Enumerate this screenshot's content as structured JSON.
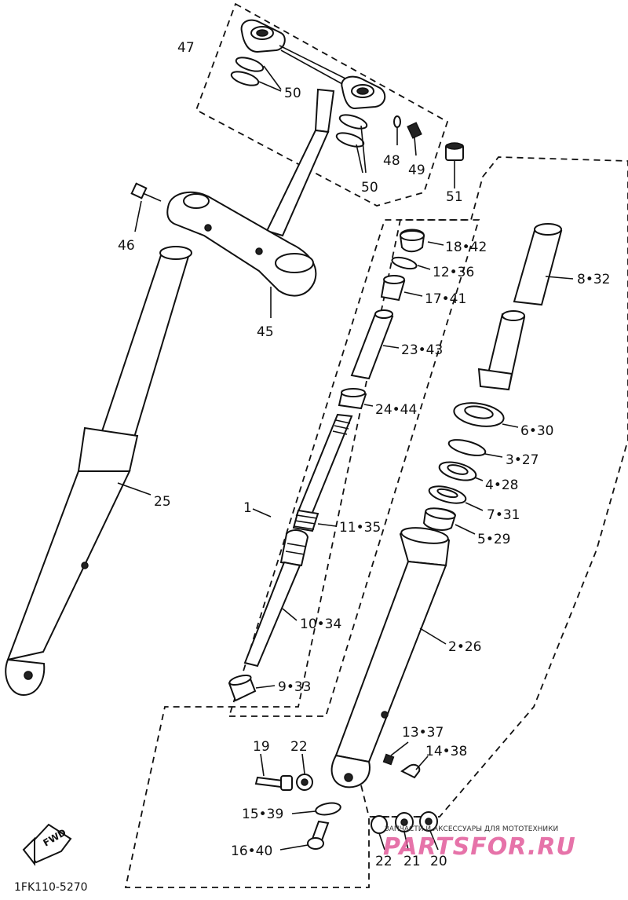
{
  "callouts": [
    {
      "id": "c47",
      "text": "47"
    },
    {
      "id": "c50a",
      "text": "50"
    },
    {
      "id": "c48",
      "text": "48"
    },
    {
      "id": "c49",
      "text": "49"
    },
    {
      "id": "c50b",
      "text": "50"
    },
    {
      "id": "c51",
      "text": "51"
    },
    {
      "id": "c46",
      "text": "46"
    },
    {
      "id": "c45",
      "text": "45"
    },
    {
      "id": "c18",
      "text": "18•42"
    },
    {
      "id": "c12",
      "text": "12•36"
    },
    {
      "id": "c17",
      "text": "17•41"
    },
    {
      "id": "c8",
      "text": "8•32"
    },
    {
      "id": "c23",
      "text": "23•43"
    },
    {
      "id": "c24",
      "text": "24•44"
    },
    {
      "id": "c6",
      "text": "6•30"
    },
    {
      "id": "c3",
      "text": "3•27"
    },
    {
      "id": "c4",
      "text": "4•28"
    },
    {
      "id": "c7",
      "text": "7•31"
    },
    {
      "id": "c5",
      "text": "5•29"
    },
    {
      "id": "c25",
      "text": "25"
    },
    {
      "id": "c1",
      "text": "1"
    },
    {
      "id": "c11",
      "text": "11•35"
    },
    {
      "id": "c10",
      "text": "10•34"
    },
    {
      "id": "c2",
      "text": "2•26"
    },
    {
      "id": "c9",
      "text": "9•33"
    },
    {
      "id": "c13",
      "text": "13•37"
    },
    {
      "id": "c14",
      "text": "14•38"
    },
    {
      "id": "c19",
      "text": "19"
    },
    {
      "id": "c22a",
      "text": "22"
    },
    {
      "id": "c15",
      "text": "15•39"
    },
    {
      "id": "c16",
      "text": "16•40"
    },
    {
      "id": "c22b",
      "text": "22"
    },
    {
      "id": "c21",
      "text": "21"
    },
    {
      "id": "c20",
      "text": "20"
    }
  ],
  "direction_badge": "FWD",
  "diagram_code": "1FK110-5270",
  "watermark": {
    "caption": "ЗАПЧАСТИ И АКСЕССУАРЫ ДЛЯ МОТОТЕХНИКИ",
    "brand": "PARTSFOR.RU"
  }
}
